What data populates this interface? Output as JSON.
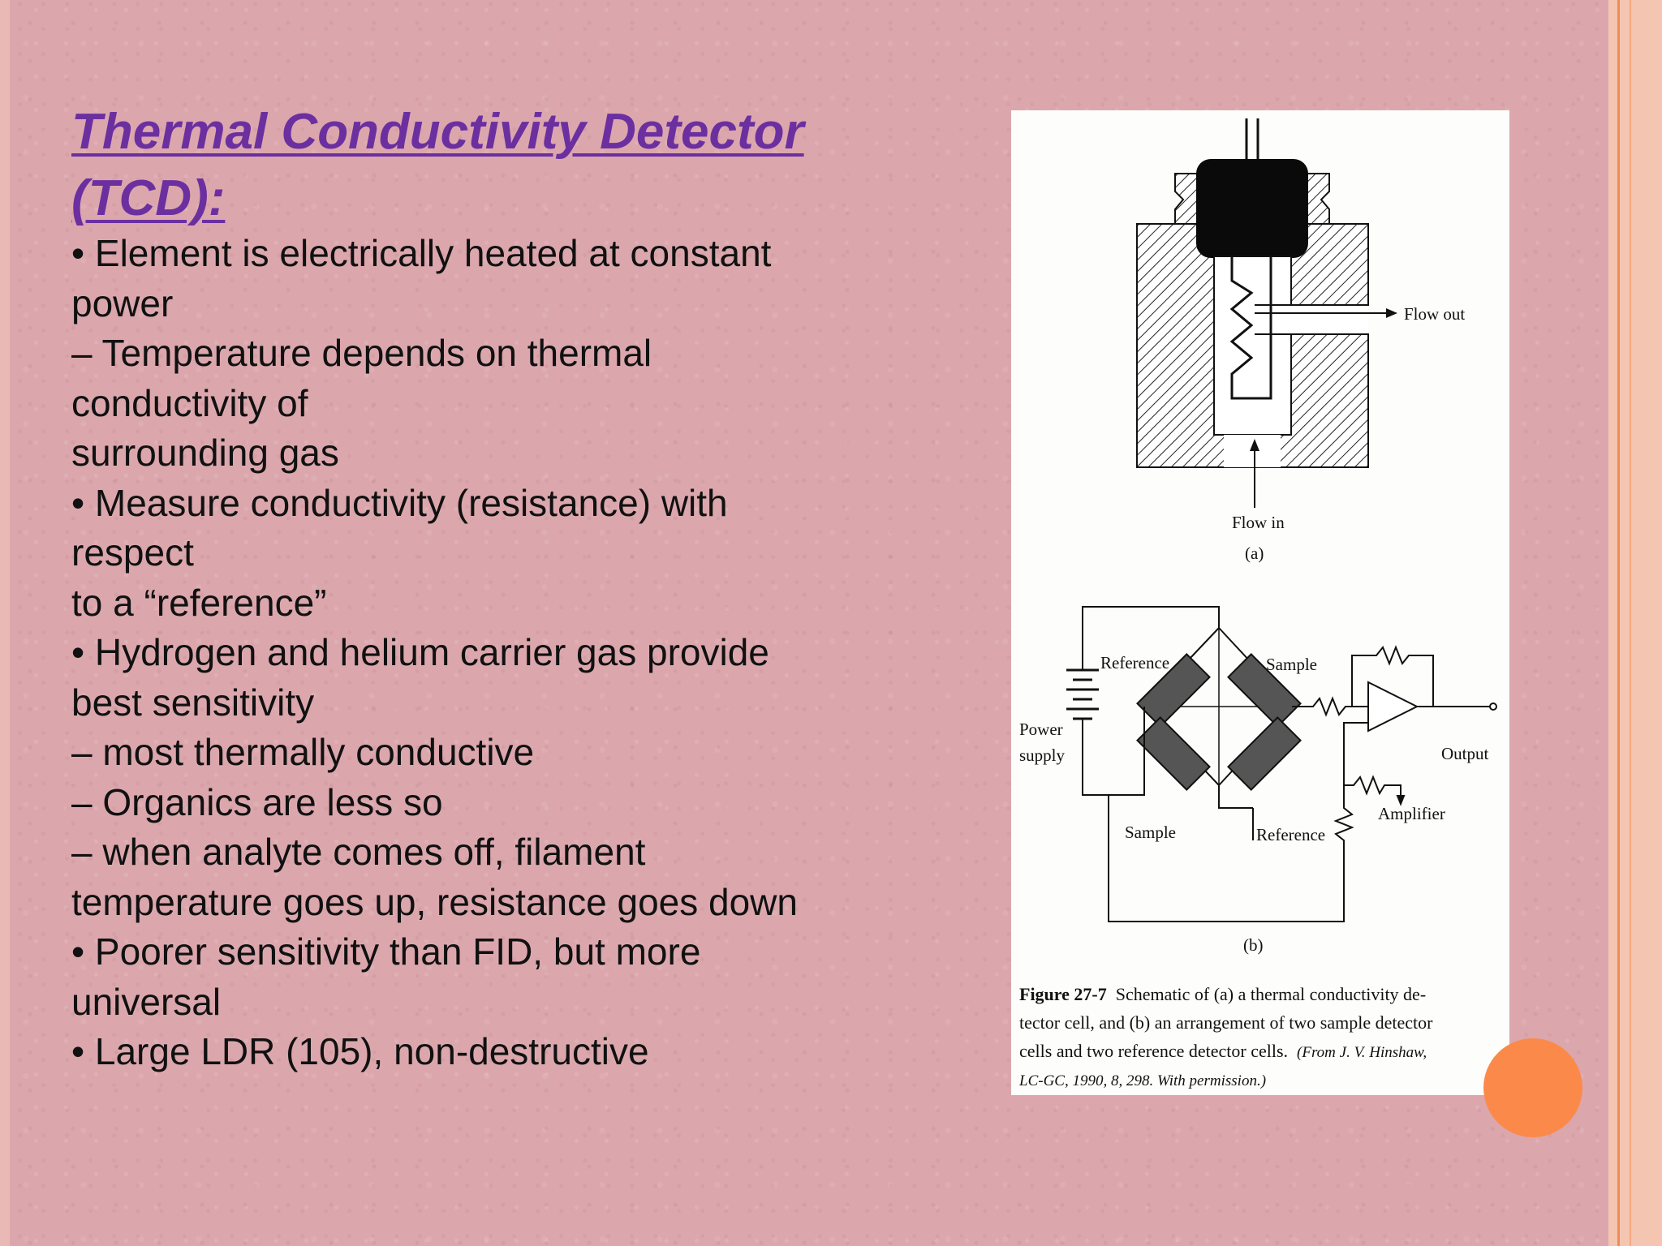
{
  "slide": {
    "title_line1": "Thermal Conductivity Detector",
    "title_line2": "(TCD):",
    "body_lines": [
      "• Element is electrically heated at constant",
      "power",
      "– Temperature depends on thermal",
      "conductivity of",
      "surrounding gas",
      "• Measure conductivity (resistance) with",
      "respect",
      "to a “reference”",
      "• Hydrogen and helium carrier gas provide",
      "best sensitivity",
      "– most thermally conductive",
      "– Organics are less so",
      "– when analyte comes off, filament",
      "temperature goes up, resistance goes down",
      "• Poorer sensitivity than FID, but more",
      "universal",
      "• Large LDR (105), non-destructive"
    ]
  },
  "figure": {
    "cell_labels": {
      "flow_out": "Flow out",
      "flow_in": "Flow in",
      "part_a": "(a)"
    },
    "circuit_labels": {
      "reference_top": "Reference",
      "sample_top": "Sample",
      "power": "Power",
      "supply": "supply",
      "output": "Output",
      "amplifier": "Amplifier",
      "sample_bottom": "Sample",
      "reference_bottom": "Reference",
      "part_b": "(b)"
    },
    "caption": {
      "figure_label": "Figure 27-7",
      "line1": "Schematic of (a) a thermal conductivity de-",
      "line2": "tector cell, and (b) an arrangement of two sample detector",
      "line3_main": "cells and two reference detector cells.",
      "line3_credit": "(From J. V. Hinshaw,",
      "line4": "LC-GC, 1990, 8, 298. With permission.)"
    }
  },
  "colors": {
    "title": "#6c2fa0",
    "background": "#dba7ad",
    "accent_orange": "#fb8a4a"
  }
}
